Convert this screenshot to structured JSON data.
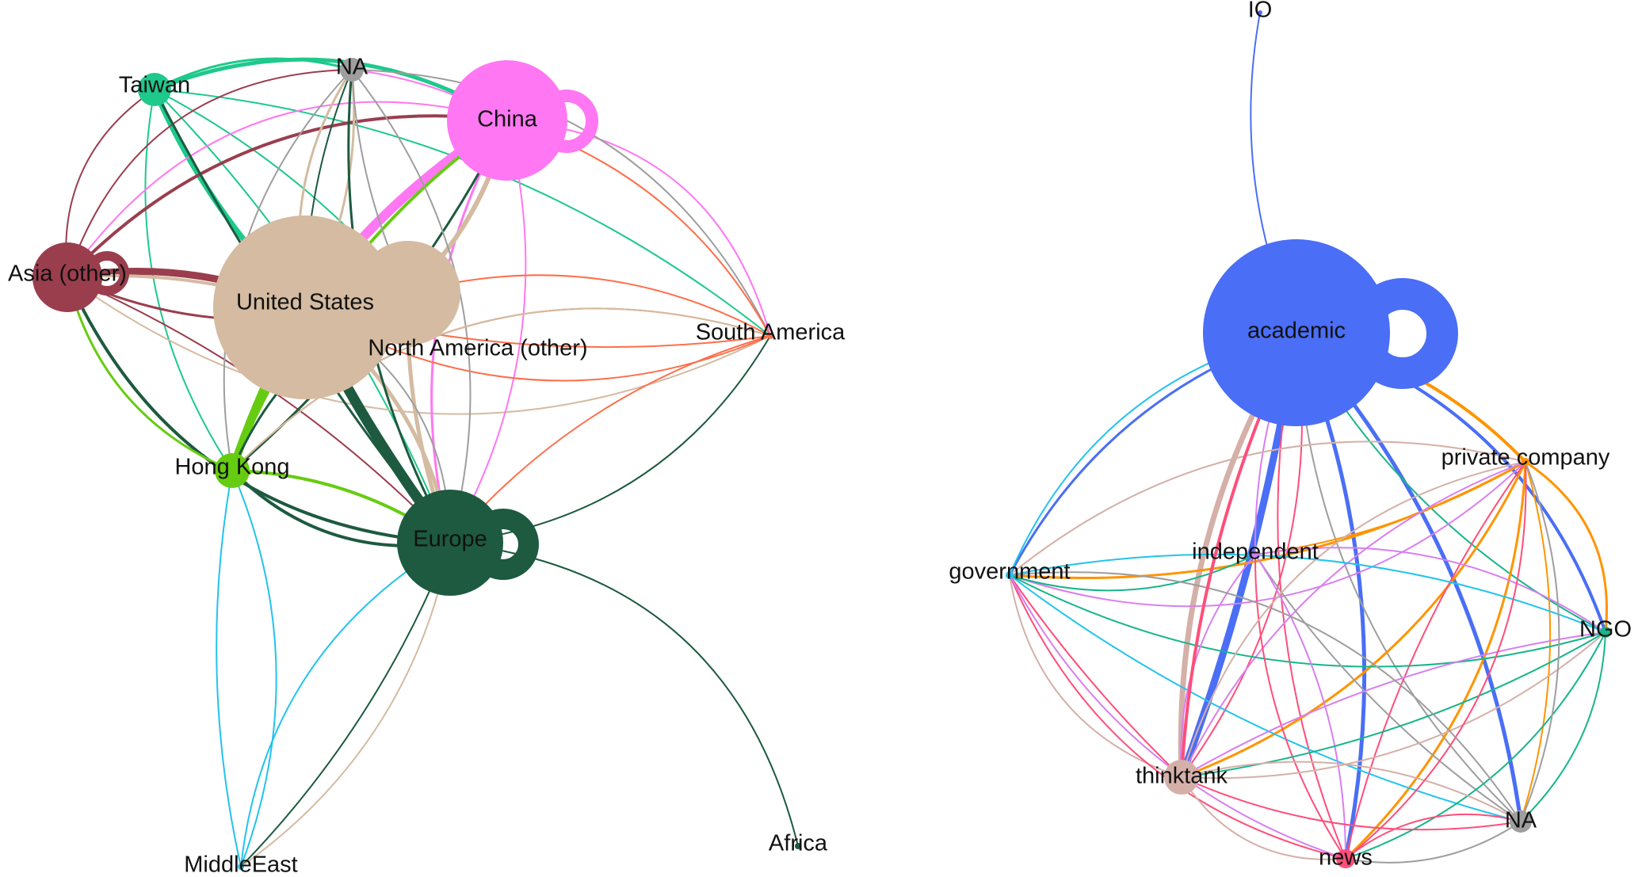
{
  "networks": [
    {
      "id": "region",
      "nodes": [
        {
          "id": "china",
          "label": "China",
          "color": "#ff77f2",
          "self_loop": true
        },
        {
          "id": "us",
          "label": "United States",
          "color": "#d4bba1",
          "self_loop": false
        },
        {
          "id": "na_other",
          "label": "North America (other)",
          "color": "#d4bba1",
          "self_loop": true
        },
        {
          "id": "asia_other",
          "label": "Asia (other)",
          "color": "#9a3e4e",
          "self_loop": true
        },
        {
          "id": "taiwan",
          "label": "Taiwan",
          "color": "#1ec98c",
          "self_loop": false
        },
        {
          "id": "na",
          "label": "NA",
          "color": "#9e9e9e",
          "self_loop": false
        },
        {
          "id": "hongkong",
          "label": "Hong Kong",
          "color": "#66cc11",
          "self_loop": false
        },
        {
          "id": "europe",
          "label": "Europe",
          "color": "#1d5a40",
          "self_loop": true
        },
        {
          "id": "south_america",
          "label": "South America",
          "color": "#ff6e4a",
          "self_loop": false
        },
        {
          "id": "middleeast",
          "label": "MiddleEast",
          "color": "#22c3ee",
          "self_loop": false
        },
        {
          "id": "africa",
          "label": "Africa",
          "color": "#1d5a40",
          "self_loop": false
        }
      ]
    },
    {
      "id": "affiliation",
      "nodes": [
        {
          "id": "io",
          "label": "IO",
          "color": "#4a6ef5",
          "self_loop": false
        },
        {
          "id": "academic",
          "label": "academic",
          "color": "#4a6ef5",
          "self_loop": true
        },
        {
          "id": "private",
          "label": "private company",
          "color": "#ff9400",
          "self_loop": false
        },
        {
          "id": "independent",
          "label": "independent",
          "color": "#d87ff0",
          "self_loop": false
        },
        {
          "id": "government",
          "label": "government",
          "color": "#22c3ee",
          "self_loop": false
        },
        {
          "id": "ngo",
          "label": "NGO",
          "color": "#17b58a",
          "self_loop": false
        },
        {
          "id": "thinktank",
          "label": "thinktank",
          "color": "#d4b0a8",
          "self_loop": false
        },
        {
          "id": "na2",
          "label": "NA",
          "color": "#9e9e9e",
          "self_loop": false
        },
        {
          "id": "news",
          "label": "news",
          "color": "#ff4e7a",
          "self_loop": false
        }
      ]
    }
  ]
}
